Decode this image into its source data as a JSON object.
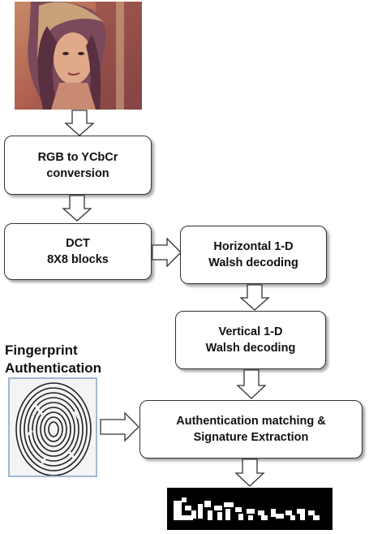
{
  "input_image": {
    "icon": "portrait-photo-icon"
  },
  "steps": {
    "rgb_ycbcr": {
      "line1": "RGB to YCbCr",
      "line2": "conversion"
    },
    "dct": {
      "line1": "DCT",
      "line2": "8X8 blocks"
    },
    "horizontal": {
      "line1": "Horizontal 1-D",
      "line2": "Walsh decoding"
    },
    "vertical": {
      "line1": "Vertical 1-D",
      "line2": "Walsh decoding"
    },
    "matching": {
      "line1": "Authentication matching &",
      "line2": "Signature Extraction"
    }
  },
  "fingerprint": {
    "line1": "Fingerprint",
    "line2": "Authentication",
    "icon": "fingerprint-icon"
  },
  "output": {
    "icon": "extracted-signature-icon"
  },
  "colors": {
    "arrow_stroke": "#333333",
    "box_border": "#333333",
    "image_frame": "#9fb8d3"
  }
}
